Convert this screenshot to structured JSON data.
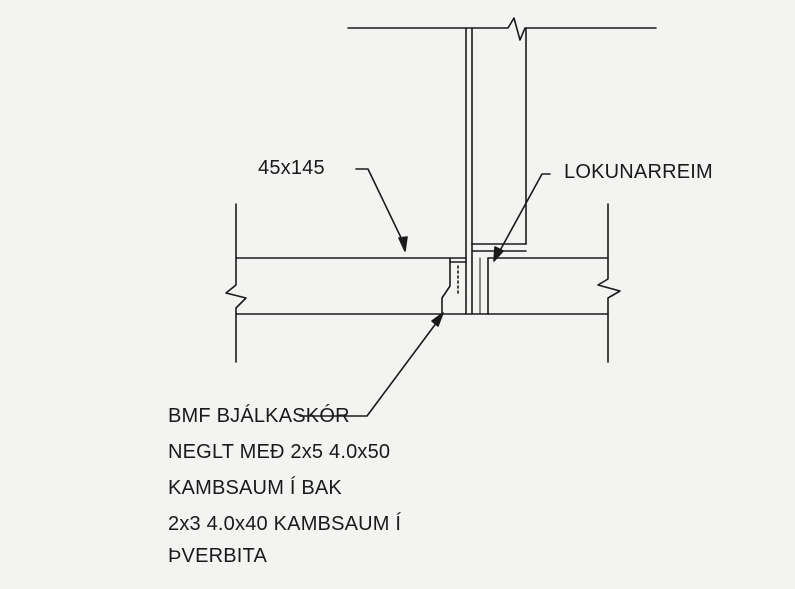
{
  "labels": {
    "top_member": "45x145",
    "blocking": "LOKUNARREIM"
  },
  "note": {
    "line1": "BMF BJÁLKASKÓR",
    "line2": "NEGLT MEÐ 2x5 4.0x50",
    "line3": "KAMBSAUM Í BAK",
    "line4": "2x3 4.0x40 KAMBSAUM Í",
    "line5": "ÞVERBITA"
  }
}
